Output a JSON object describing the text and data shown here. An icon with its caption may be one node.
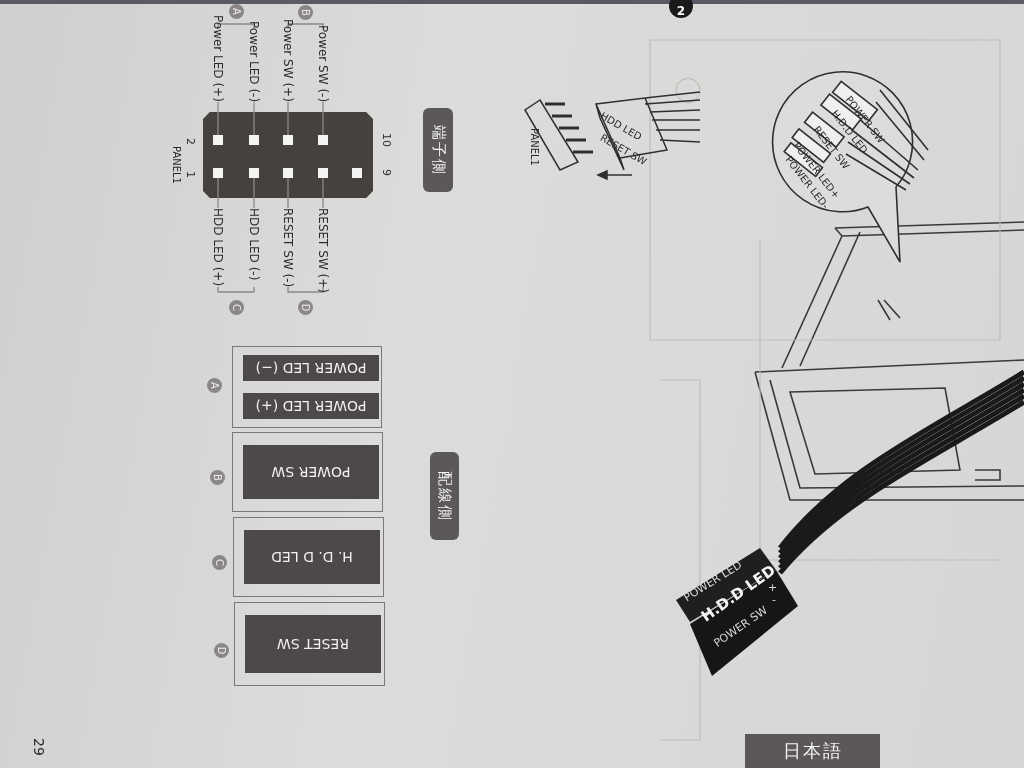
{
  "diagram": {
    "nodes": [
      {
        "text": [
          "端子側"
        ]
      },
      {
        "text": [
          "Power LED (+)"
        ]
      },
      {
        "text": [
          "Power LED (-)"
        ]
      },
      {
        "text": [
          "Power SW (+)"
        ]
      },
      {
        "text": [
          "Power SW (-)"
        ]
      },
      {
        "text": [
          "HDD LED (+)"
        ]
      },
      {
        "text": [
          "HDD LED (-)"
        ]
      },
      {
        "text": [
          "RESET SW (-)"
        ]
      },
      {
        "text": [
          "RESET SW (+)"
        ]
      },
      {
        "text": [],
        "shape": "box"
      },
      {
        "text": [],
        "shape": "box",
        "in": 9
      },
      {
        "text": [],
        "shape": "box",
        "in": 9
      },
      {
        "text": [],
        "shape": "box",
        "in": 9
      },
      {
        "text": [],
        "shape": "box",
        "in": 9
      },
      {
        "text": [],
        "shape": "box",
        "in": 9
      },
      {
        "text": [],
        "shape": "box",
        "in": 9
      },
      {
        "text": [],
        "shape": "box",
        "in": 9
      },
      {
        "text": [],
        "shape": "box",
        "in": 9
      },
      {
        "text": [],
        "shape": "box",
        "in": 9
      },
      {
        "text": [
          "配線側"
        ]
      },
      {
        "text": [],
        "shape": "box"
      },
      {
        "text": [
          "POWER LED (−)"
        ],
        "in": 20
      },
      {
        "text": [
          "POWER LED (+)"
        ],
        "in": 20
      },
      {
        "text": [],
        "shape": "box"
      },
      {
        "text": [
          "POWER SW"
        ],
        "in": 23
      },
      {
        "text": [],
        "shape": "box"
      },
      {
        "text": [
          "H. D. D LED"
        ],
        "in": 25
      },
      {
        "text": [],
        "shape": "box"
      },
      {
        "text": [
          "RESET SW"
        ],
        "in": 27
      },
      {
        "text": [
          "日本語"
        ]
      }
    ],
    "edges": [
      {
        "from": 1,
        "to": 10,
        "arrow": "none"
      },
      {
        "from": 5,
        "to": 11,
        "arrow": "none"
      },
      {
        "from": 2,
        "to": 12,
        "arrow": "none"
      },
      {
        "from": 6,
        "to": 13,
        "arrow": "none"
      },
      {
        "from": 3,
        "to": 14,
        "arrow": "none"
      },
      {
        "from": 7,
        "to": 15,
        "arrow": "none"
      },
      {
        "from": 4,
        "to": 16,
        "arrow": "none"
      },
      {
        "from": 8,
        "to": 17,
        "arrow": "none"
      }
    ],
    "labels": [
      "A",
      "B",
      "C",
      "D",
      "10",
      "9",
      "2",
      "1",
      "PANEL1",
      "A",
      "B",
      "C",
      "D",
      "2",
      "PANEL1",
      "HDD LED",
      "RESET SW",
      "POWER SW",
      "H.D.D LED",
      "RESET SW",
      "POWER LED+",
      "POWER LED-",
      "POWER LED",
      "H.D.D LED",
      "+",
      "-",
      "POWER SW",
      "29"
    ]
  }
}
